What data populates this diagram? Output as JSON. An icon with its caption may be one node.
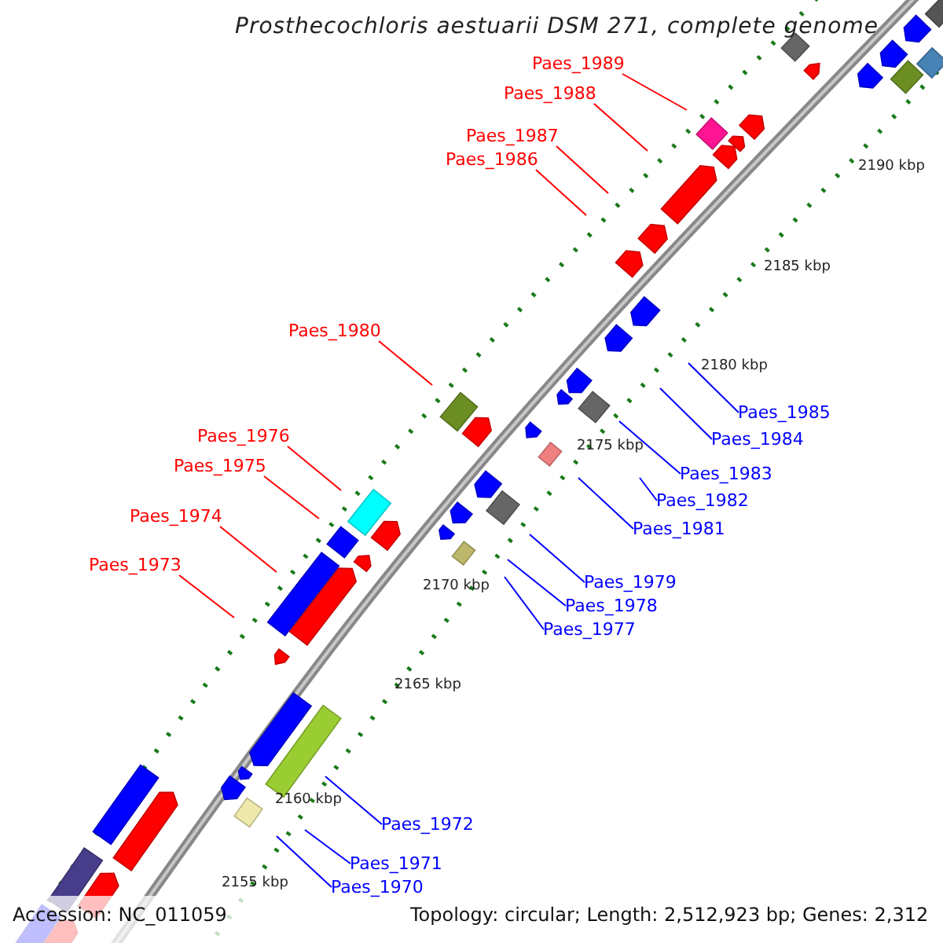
{
  "diagram": {
    "title": "Prosthecochloris aestuarii DSM 271, complete genome",
    "nodes": [
      {
        "text": [
          "Paes_1989"
        ]
      },
      {
        "text": [
          "Paes_1988"
        ]
      },
      {
        "text": [
          "Paes_1987"
        ]
      },
      {
        "text": [
          "Paes_1986"
        ]
      },
      {
        "text": [
          "Paes_1980"
        ]
      },
      {
        "text": [
          "Paes_1985"
        ]
      },
      {
        "text": [
          "Paes_1984"
        ]
      },
      {
        "text": [
          "Paes_1976"
        ]
      },
      {
        "text": [
          "Paes_1975"
        ]
      },
      {
        "text": [
          "Paes_1983"
        ]
      },
      {
        "text": [
          "Paes_1982"
        ]
      },
      {
        "text": [
          "Paes_1974"
        ]
      },
      {
        "text": [
          "Paes_1981"
        ]
      },
      {
        "text": [
          "Paes_1973"
        ]
      },
      {
        "text": [
          "Paes_1979"
        ]
      },
      {
        "text": [
          "Paes_1978"
        ]
      },
      {
        "text": [
          "Paes_1977"
        ]
      },
      {
        "text": [
          "Paes_1972"
        ]
      },
      {
        "text": [
          "Paes_1971"
        ]
      },
      {
        "text": [
          "Paes_1970"
        ]
      }
    ],
    "edges": [
      {
        "from": 0,
        "to": null,
        "arrow": "none",
        "color": "#ff0000"
      },
      {
        "from": 1,
        "to": null,
        "arrow": "none",
        "color": "#ff0000"
      },
      {
        "from": 2,
        "to": null,
        "arrow": "none",
        "color": "#ff0000"
      },
      {
        "from": 3,
        "to": null,
        "arrow": "none",
        "color": "#ff0000"
      },
      {
        "from": 4,
        "to": null,
        "arrow": "none",
        "color": "#ff0000"
      },
      {
        "from": 5,
        "to": null,
        "arrow": "none"
      },
      {
        "from": 6,
        "to": null,
        "arrow": "none"
      },
      {
        "from": 7,
        "to": null,
        "arrow": "none",
        "color": "#ff0000"
      },
      {
        "from": 8,
        "to": null,
        "arrow": "none",
        "color": "#ff0000"
      },
      {
        "from": 9,
        "to": null,
        "arrow": "none"
      },
      {
        "from": 10,
        "to": null,
        "arrow": "none"
      },
      {
        "from": 11,
        "to": null,
        "arrow": "none",
        "color": "#ff0000"
      },
      {
        "from": 12,
        "to": null,
        "arrow": "none"
      },
      {
        "from": 13,
        "to": null,
        "arrow": "none",
        "color": "#ff0000"
      },
      {
        "from": 14,
        "to": null,
        "arrow": "none"
      },
      {
        "from": 15,
        "to": null,
        "arrow": "none"
      },
      {
        "from": 16,
        "to": null,
        "arrow": "none"
      },
      {
        "from": 17,
        "to": null,
        "arrow": "none"
      },
      {
        "from": 18,
        "to": null,
        "arrow": "none"
      },
      {
        "from": 19,
        "to": null,
        "arrow": "none"
      }
    ],
    "labels": [
      "2190 kbp",
      "2185 kbp",
      "2180 kbp",
      "2175 kbp",
      "2170 kbp",
      "2165 kbp",
      "2160 kbp",
      "2155 kbp",
      "Accession: NC_011059",
      "Topology: circular; Length: 2,512,923 bp; Genes: 2,312"
    ]
  }
}
